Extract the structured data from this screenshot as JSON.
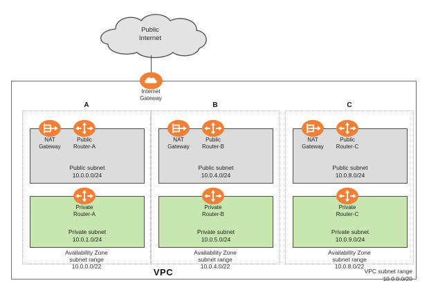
{
  "internet": {
    "cloud_label_line1": "Public",
    "cloud_label_line2": "Internet",
    "cloud_icon": "cloud-shape",
    "link_icon": "connector-line"
  },
  "gateway": {
    "icon": "internet-gateway-icon",
    "label_line1": "Internet",
    "label_line2": "Gateway"
  },
  "vpc": {
    "title": "VPC",
    "range_label": "VPC subnet range",
    "range_value": "10.0.0.0/20"
  },
  "zones": [
    {
      "letter": "A",
      "nat": {
        "icon": "nat-gateway-icon",
        "label_line1": "NAT",
        "label_line2": "Gateway"
      },
      "public_router": {
        "icon": "router-icon",
        "label_line1": "Public",
        "label_line2": "Router-A"
      },
      "private_router": {
        "icon": "router-icon",
        "label_line1": "Private",
        "label_line2": "Router-A"
      },
      "public_subnet": {
        "name": "Public subnet",
        "cidr": "10.0.0.0/24"
      },
      "private_subnet": {
        "name": "Private subnet",
        "cidr": "10.0.1.0/24"
      },
      "az_range_line1": "Availability Zone",
      "az_range_line2": "subnet range",
      "az_range_value": "10.0.0.0/22"
    },
    {
      "letter": "B",
      "nat": {
        "icon": "nat-gateway-icon",
        "label_line1": "NAT",
        "label_line2": "Gateway"
      },
      "public_router": {
        "icon": "router-icon",
        "label_line1": "Public",
        "label_line2": "Router-B"
      },
      "private_router": {
        "icon": "router-icon",
        "label_line1": "Private",
        "label_line2": "Router-B"
      },
      "public_subnet": {
        "name": "Public subnet",
        "cidr": "10.0.4.0/24"
      },
      "private_subnet": {
        "name": "Private subnet",
        "cidr": "10.0.5.0/24"
      },
      "az_range_line1": "Availability Zone",
      "az_range_line2": "subnet range",
      "az_range_value": "10.0.4.0/22"
    },
    {
      "letter": "C",
      "nat": {
        "icon": "nat-gateway-icon",
        "label_line1": "NAT",
        "label_line2": "Gateway"
      },
      "public_router": {
        "icon": "router-icon",
        "label_line1": "Public",
        "label_line2": "Router-C"
      },
      "private_router": {
        "icon": "router-icon",
        "label_line1": "Private",
        "label_line2": "Router-C"
      },
      "public_subnet": {
        "name": "Public subnet",
        "cidr": "10.0.8.0/24"
      },
      "private_subnet": {
        "name": "Private subnet",
        "cidr": "10.0.9.0/24"
      },
      "az_range_line1": "Availability Zone",
      "az_range_line2": "subnet range",
      "az_range_value": "10.0.8.0/22"
    }
  ],
  "colors": {
    "accent_orange": "#ee8037",
    "public_subnet_fill": "#dcdcdc",
    "private_subnet_fill": "#c8e6b0",
    "cloud_fill": "#e3e3e3",
    "border_gray": "#6e6e6e"
  }
}
